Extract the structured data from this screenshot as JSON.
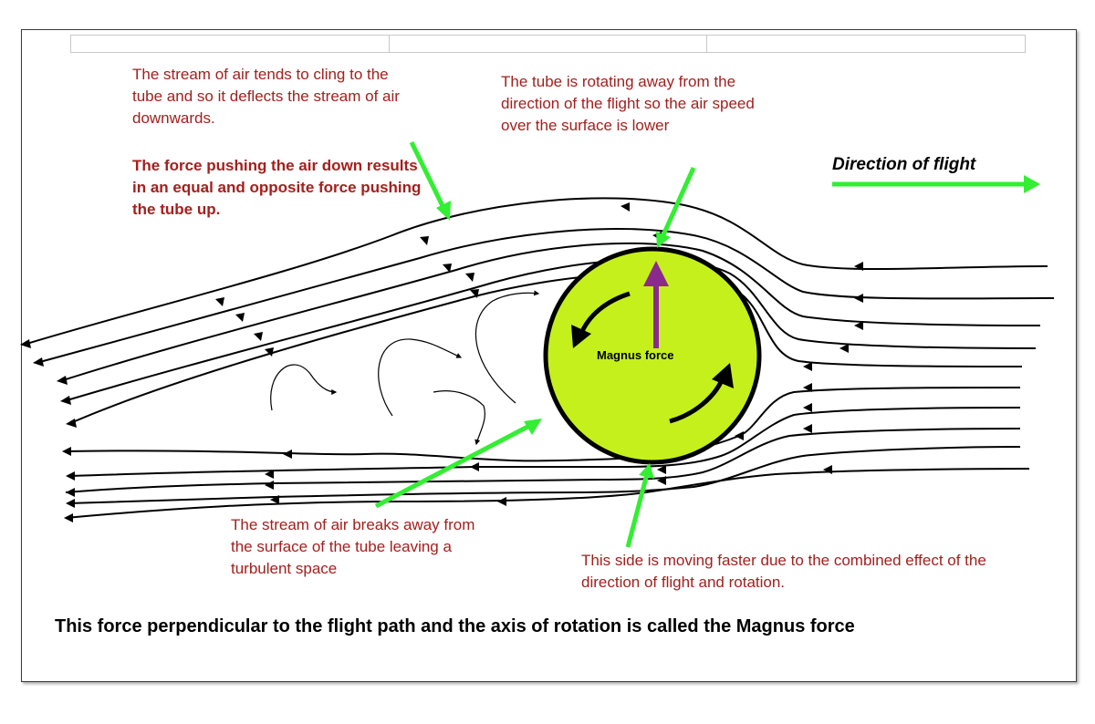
{
  "notes": {
    "cling": "The stream of air tends to cling to the tube and so it deflects the stream of air downwards.",
    "force_down": "The force pushing the air down results in an equal and opposite force pushing the tube up.",
    "rotating_away": "The tube is rotating away from the direction of the flight so the air speed over the surface is lower",
    "breaks_away": "The stream of air breaks away from the surface of the tube leaving a turbulent space",
    "faster_side": "This side is moving faster due to the combined effect of the direction of flight and rotation."
  },
  "direction_label": "Direction of flight",
  "magnus_label": "Magnus force",
  "caption": "This force perpendicular to the flight path and the axis of rotation is called the Magnus force",
  "colors": {
    "note_text": "#a3201e",
    "pointer_arrow": "#33ee33",
    "ball_fill": "#c6f01c",
    "magnus_arrow": "#8a2a8c",
    "streamline": "#000000"
  }
}
